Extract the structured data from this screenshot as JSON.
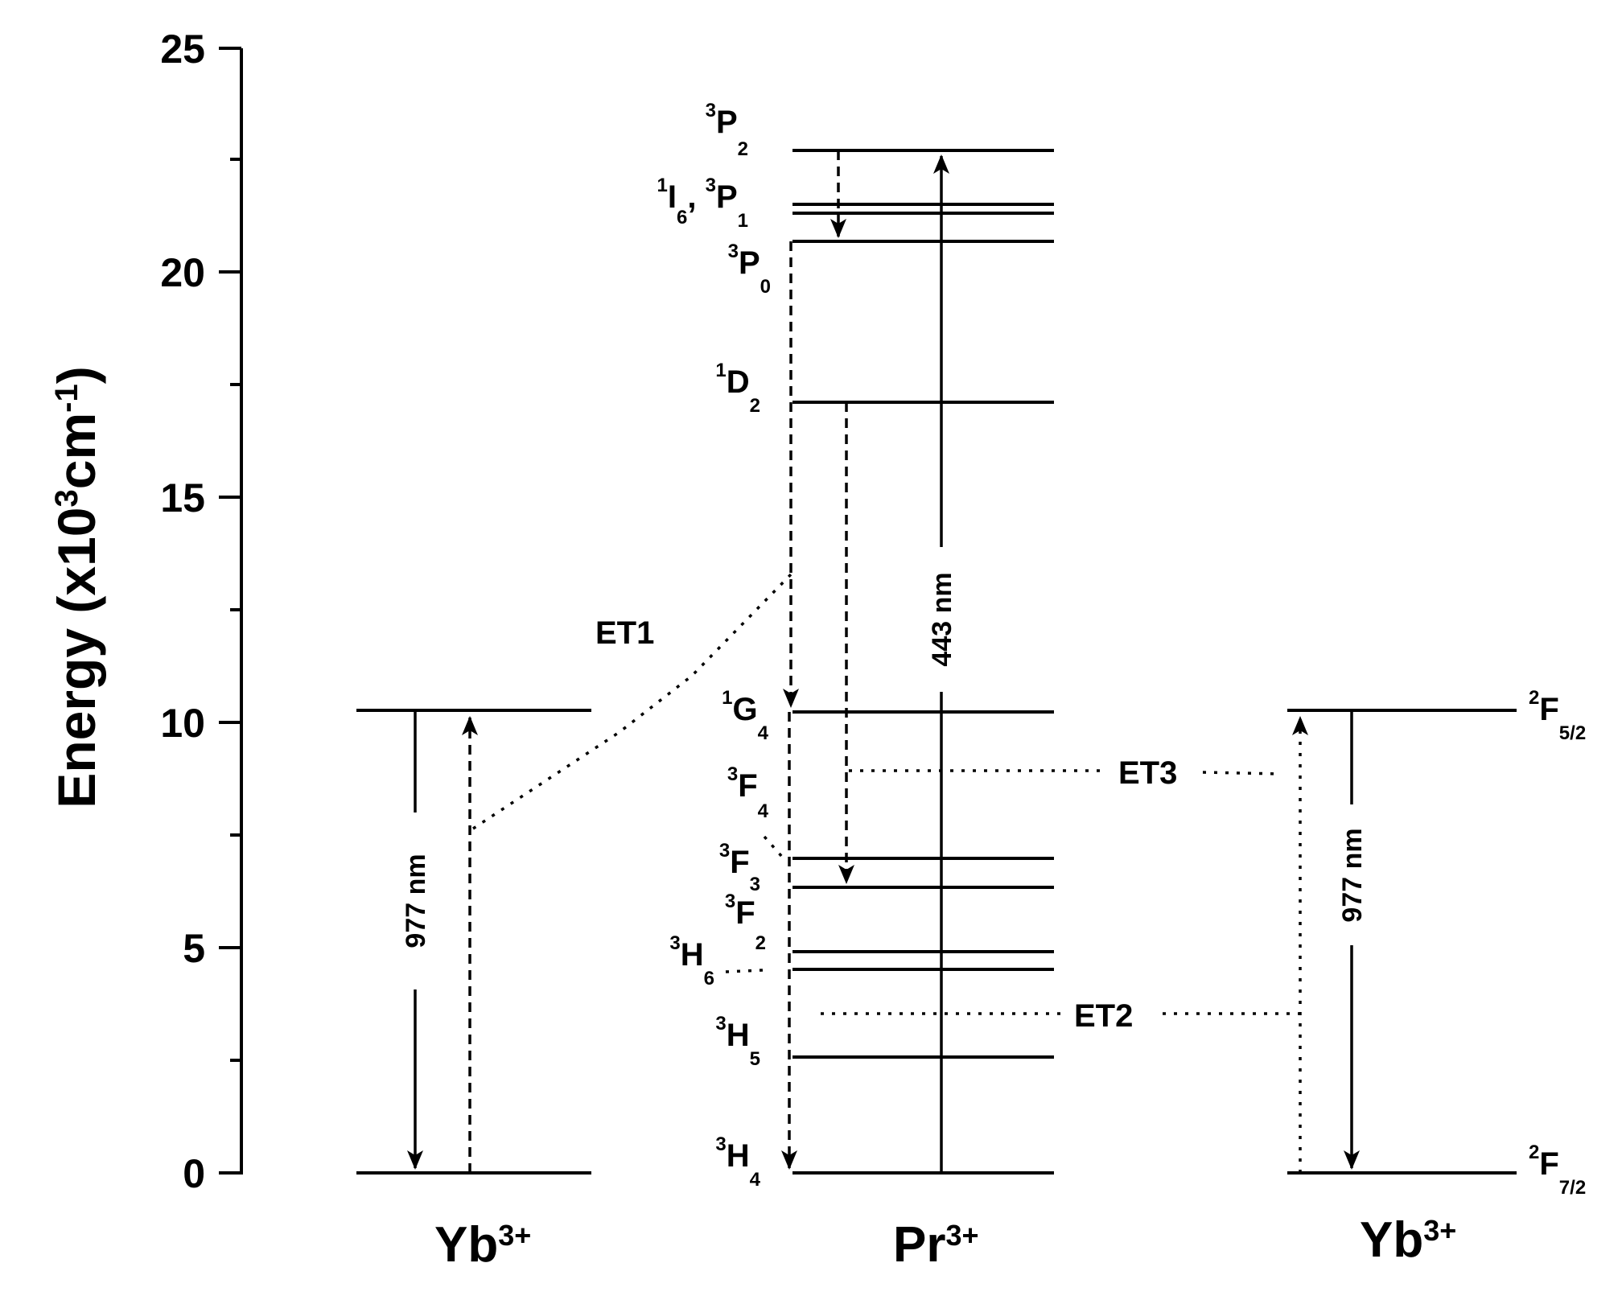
{
  "axis": {
    "title_main": "Energy (x10",
    "title_exp": "3",
    "title_unit": "cm",
    "title_unit_exp": "-1",
    "title_close": ")",
    "ticks": [
      "0",
      "5",
      "10",
      "15",
      "20",
      "25"
    ]
  },
  "ions": {
    "left": {
      "symbol": "Yb",
      "charge": "3+"
    },
    "center": {
      "symbol": "Pr",
      "charge": "3+"
    },
    "right": {
      "symbol": "Yb",
      "charge": "3+"
    }
  },
  "pr_states": {
    "p2": {
      "mult": "3",
      "letter": "P",
      "j": "2"
    },
    "i6p1": {
      "mult1": "1",
      "letter1": "I",
      "j1": "6",
      "sep": ", ",
      "mult2": "3",
      "letter2": "P",
      "j2": "1"
    },
    "p0": {
      "mult": "3",
      "letter": "P",
      "j": "0"
    },
    "d2": {
      "mult": "1",
      "letter": "D",
      "j": "2"
    },
    "g4": {
      "mult": "1",
      "letter": "G",
      "j": "4"
    },
    "f4": {
      "mult": "3",
      "letter": "F",
      "j": "4"
    },
    "f3": {
      "mult": "3",
      "letter": "F",
      "j": "3"
    },
    "f2": {
      "mult": "3",
      "letter": "F",
      "j": "2"
    },
    "h6": {
      "mult": "3",
      "letter": "H",
      "j": "6"
    },
    "h5": {
      "mult": "3",
      "letter": "H",
      "j": "5"
    },
    "h4": {
      "mult": "3",
      "letter": "H",
      "j": "4"
    }
  },
  "yb_states": {
    "upper": {
      "mult": "2",
      "letter": "F",
      "j": "5/2"
    },
    "lower": {
      "mult": "2",
      "letter": "F",
      "j": "7/2"
    }
  },
  "transitions": {
    "et1": "ET1",
    "et2": "ET2",
    "et3": "ET3",
    "pump_left": "977 nm",
    "pump_right": "977 nm",
    "pr_excitation": "443 nm"
  }
}
